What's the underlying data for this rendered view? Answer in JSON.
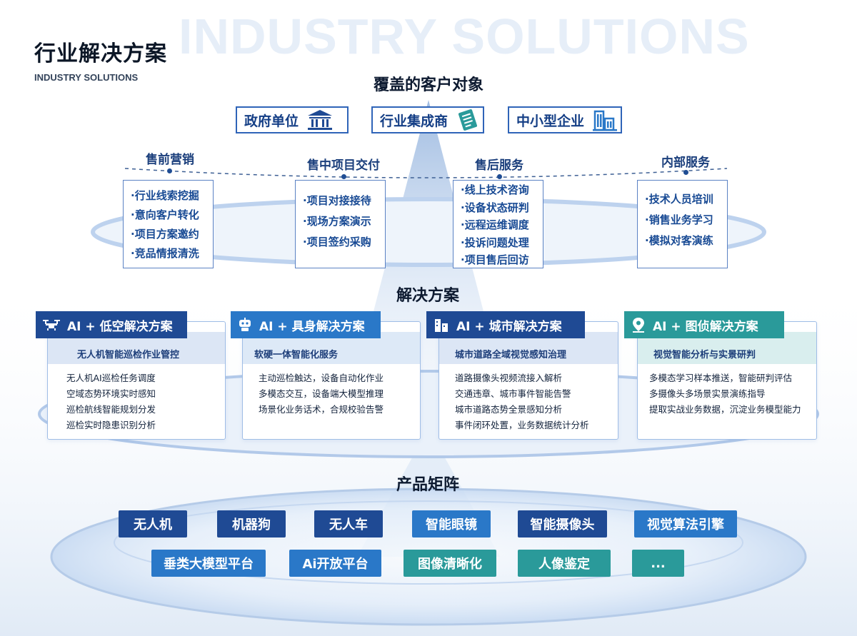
{
  "header": {
    "title": "行业解决方案",
    "subtitle": "INDUSTRY SOLUTIONS",
    "watermark": "INDUSTRY SOLUTIONS"
  },
  "customers": {
    "title": "覆盖的客户对象",
    "items": [
      {
        "label": "政府单位",
        "icon": "government-building-icon"
      },
      {
        "label": "行业集成商",
        "icon": "document-checklist-icon"
      },
      {
        "label": "中小型企业",
        "icon": "office-buildings-icon"
      }
    ]
  },
  "phases": [
    {
      "label": "售前营销",
      "items": [
        "·行业线索挖掘",
        "·意向客户转化",
        "·项目方案邀约",
        "·竞品情报清洗"
      ]
    },
    {
      "label": "售中项目交付",
      "items": [
        "·项目对接接待",
        "·现场方案演示",
        "·项目签约采购"
      ]
    },
    {
      "label": "售后服务",
      "items": [
        "·线上技术咨询",
        "·设备状态研判",
        "·远程运维调度",
        "·投诉问题处理",
        "·项目售后回访"
      ]
    },
    {
      "label": "内部服务",
      "items": [
        "·技术人员培训",
        "·销售业务学习",
        "·模拟对客演练"
      ]
    }
  ],
  "solutions": {
    "title": "解决方案",
    "items": [
      {
        "title": "AI + 低空解决方案",
        "subtitle": "无人机智能巡检作业管控",
        "icon": "drone-icon",
        "color": "#1f4a94",
        "items": [
          "无人机AI巡检任务调度",
          "空域态势环境实时感知",
          "巡检航线智能规划分发",
          "巡检实时隐患识别分析"
        ]
      },
      {
        "title": "AI + 具身解决方案",
        "subtitle": "软硬一体智能化服务",
        "icon": "robot-icon",
        "color": "#2a78c8",
        "items": [
          "主动巡检触达，设备自动化作业",
          "多模态交互，设备端大模型推理",
          "场景化业务话术，合规校验告警"
        ]
      },
      {
        "title": "AI + 城市解决方案",
        "subtitle": "城市道路全域视觉感知治理",
        "icon": "city-icon",
        "color": "#1f4a94",
        "items": [
          "道路摄像头视频流接入解析",
          "交通违章、城市事件智能告警",
          "城市道路态势全景感知分析",
          "事件闭环处置，业务数据统计分析"
        ]
      },
      {
        "title": "AI + 图侦解决方案",
        "subtitle": "视觉智能分析与实景研判",
        "icon": "location-pin-icon",
        "color": "#2a9a9a",
        "items": [
          "多模态学习样本推送，智能研判评估",
          "多摄像头多场景实景演练指导",
          "提取实战业务数据，沉淀业务模型能力"
        ]
      }
    ]
  },
  "products": {
    "title": "产品矩阵",
    "row1": [
      {
        "label": "无人机",
        "color": "#1f4a94"
      },
      {
        "label": "机器狗",
        "color": "#1f4a94"
      },
      {
        "label": "无人车",
        "color": "#1f4a94"
      },
      {
        "label": "智能眼镜",
        "color": "#2a78c8"
      },
      {
        "label": "智能摄像头",
        "color": "#1f4a94"
      },
      {
        "label": "视觉算法引擎",
        "color": "#2a78c8"
      }
    ],
    "row2": [
      {
        "label": "垂类大模型平台",
        "color": "#2a78c8"
      },
      {
        "label": "Ai开放平台",
        "color": "#2a78c8"
      },
      {
        "label": "图像清晰化",
        "color": "#2a9a9a"
      },
      {
        "label": "人像鉴定",
        "color": "#2a9a9a"
      },
      {
        "label": "...",
        "color": "#2a9a9a"
      }
    ]
  }
}
